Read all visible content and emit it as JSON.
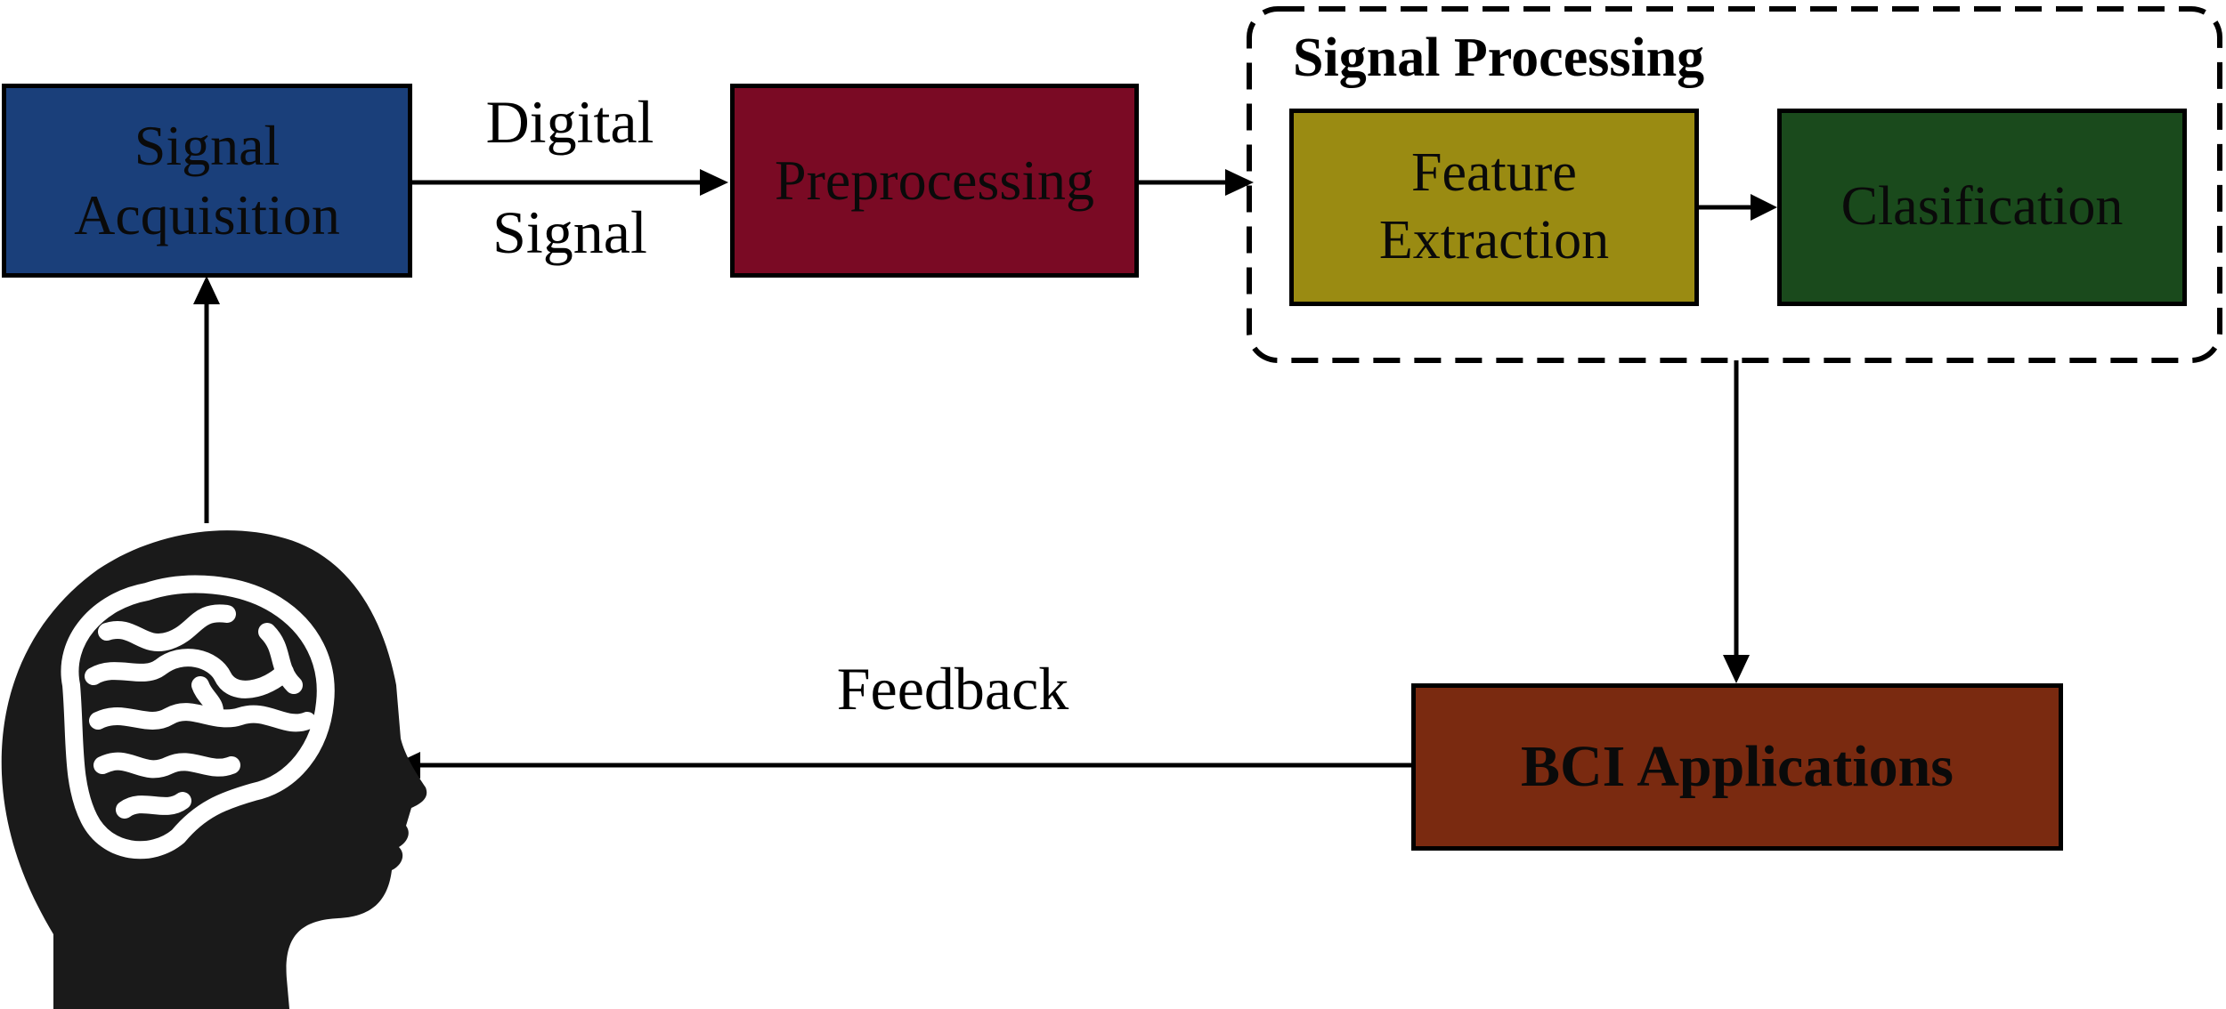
{
  "blocks": {
    "signal_acquisition": {
      "line1": "Signal",
      "line2": "Acquisition",
      "color": "#1a3f7a"
    },
    "preprocessing": {
      "label": "Preprocessing",
      "color": "#7a0a24"
    },
    "feature_extraction": {
      "line1": "Feature",
      "line2": "Extraction",
      "color": "#9a8b12"
    },
    "classification": {
      "label": "Clasification",
      "color": "#1a4a1c"
    },
    "bci_applications": {
      "label": "BCI Applications",
      "color": "#7a2a10"
    }
  },
  "group": {
    "title": "Signal Processing"
  },
  "edge_labels": {
    "digital": "Digital",
    "signal": "Signal",
    "feedback": "Feedback"
  },
  "icons": {
    "user": "head-with-brain-icon"
  }
}
